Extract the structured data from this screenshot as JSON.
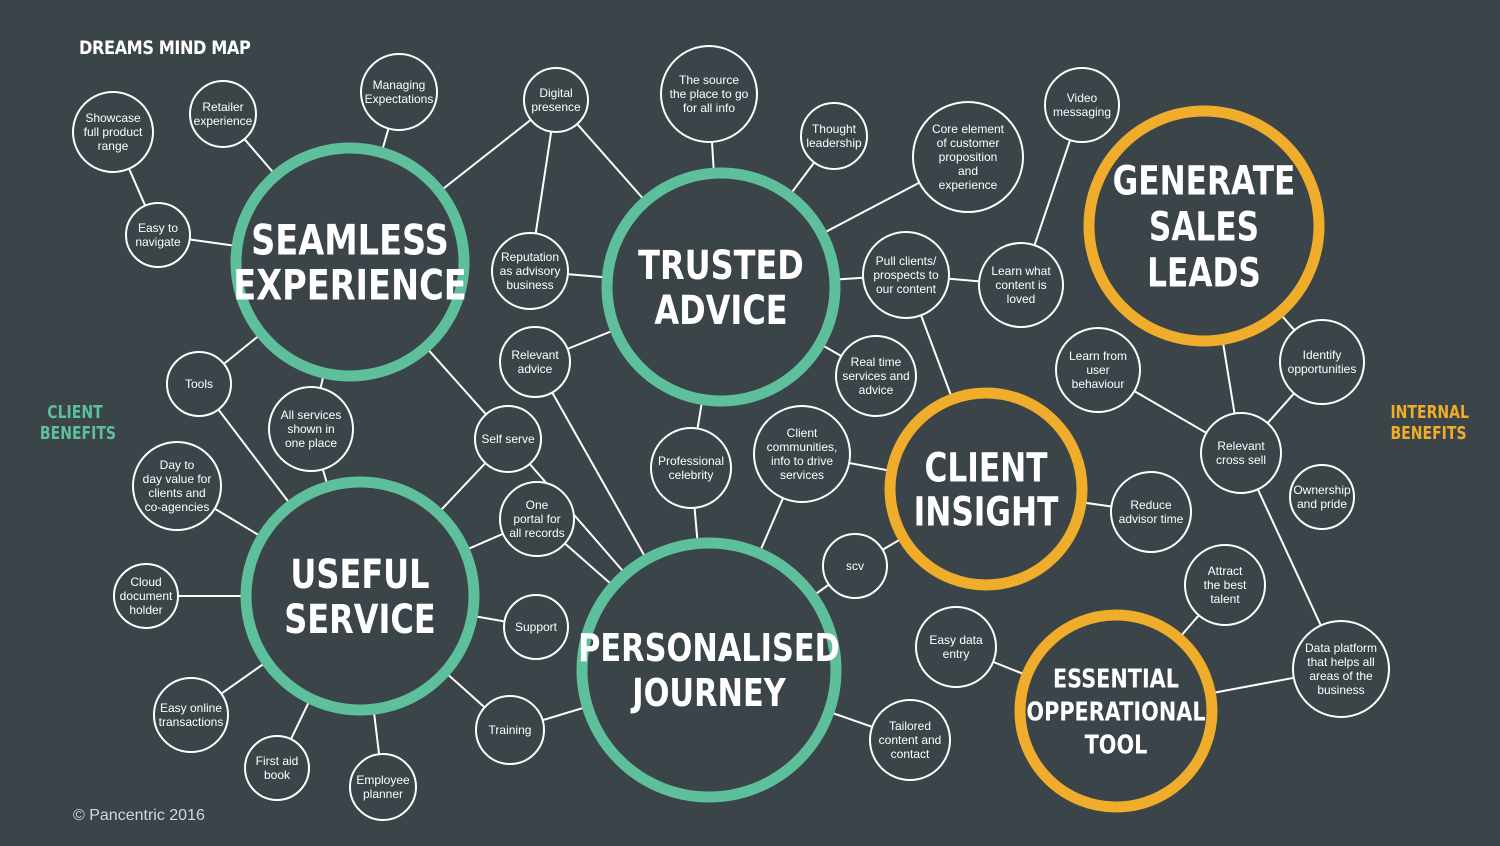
{
  "title": "DREAMS MIND MAP",
  "side_labels": {
    "client": [
      "CLIENT",
      "BENEFITS"
    ],
    "internal": [
      "INTERNAL",
      "BENEFITS"
    ]
  },
  "copyright": "© Pancentric 2016",
  "colors": {
    "background": "#3b4449",
    "client": "#5dbf9c",
    "internal": "#f0ad2b",
    "small_ring": "#ffffff"
  },
  "hubs": [
    {
      "id": "seamless-experience",
      "lines": [
        "SEAMLESS",
        "EXPERIENCE"
      ],
      "group": "client"
    },
    {
      "id": "trusted-advice",
      "lines": [
        "TRUSTED",
        "ADVICE"
      ],
      "group": "client"
    },
    {
      "id": "useful-service",
      "lines": [
        "USEFUL",
        "SERVICE"
      ],
      "group": "client"
    },
    {
      "id": "personalised-journey",
      "lines": [
        "PERSONALISED",
        "JOURNEY"
      ],
      "group": "client"
    },
    {
      "id": "client-insight",
      "lines": [
        "CLIENT",
        "INSIGHT"
      ],
      "group": "internal"
    },
    {
      "id": "generate-sales-leads",
      "lines": [
        "GENERATE",
        "SALES",
        "LEADS"
      ],
      "group": "internal"
    },
    {
      "id": "essential-operational-tool",
      "lines": [
        "ESSENTIAL",
        "OPPERATIONAL",
        "TOOL"
      ],
      "group": "internal"
    }
  ],
  "nodes": [
    {
      "id": "showcase",
      "lines": [
        "Showcase",
        "full product",
        "range"
      ]
    },
    {
      "id": "retailer-experience",
      "lines": [
        "Retailer",
        "experience"
      ]
    },
    {
      "id": "managing-expectations",
      "lines": [
        "Managing",
        "Expectations"
      ]
    },
    {
      "id": "easy-to-navigate",
      "lines": [
        "Easy to",
        "navigate"
      ]
    },
    {
      "id": "digital-presence",
      "lines": [
        "Digital",
        "presence"
      ]
    },
    {
      "id": "the-source",
      "lines": [
        "The source",
        "the place to go",
        "for all info"
      ]
    },
    {
      "id": "thought-leadership",
      "lines": [
        "Thought",
        "leadership"
      ]
    },
    {
      "id": "core-element",
      "lines": [
        "Core element",
        "of customer",
        "proposition",
        "and",
        "experience"
      ]
    },
    {
      "id": "video-messaging",
      "lines": [
        "Video",
        "messaging"
      ]
    },
    {
      "id": "reputation",
      "lines": [
        "Reputation",
        "as advisory",
        "business"
      ]
    },
    {
      "id": "pull-clients",
      "lines": [
        "Pull clients/",
        "prospects to",
        "our content"
      ]
    },
    {
      "id": "learn-what",
      "lines": [
        "Learn what",
        "content is",
        "loved"
      ]
    },
    {
      "id": "tools",
      "lines": [
        "Tools"
      ]
    },
    {
      "id": "relevant-advice",
      "lines": [
        "Relevant",
        "advice"
      ]
    },
    {
      "id": "real-time",
      "lines": [
        "Real time",
        "services and",
        "advice"
      ]
    },
    {
      "id": "learn-from-user",
      "lines": [
        "Learn from",
        "user",
        "behaviour"
      ]
    },
    {
      "id": "identify-opportunities",
      "lines": [
        "Identify",
        "opportunities"
      ]
    },
    {
      "id": "all-services",
      "lines": [
        "All services",
        "shown in",
        "one place"
      ]
    },
    {
      "id": "self-serve",
      "lines": [
        "Self serve"
      ]
    },
    {
      "id": "professional-celebrity",
      "lines": [
        "Professional",
        "celebrity"
      ]
    },
    {
      "id": "client-communities",
      "lines": [
        "Client",
        "communities,",
        "info to drive",
        "services"
      ]
    },
    {
      "id": "relevant-cross-sell",
      "lines": [
        "Relevant",
        "cross sell"
      ]
    },
    {
      "id": "day-to-day",
      "lines": [
        "Day to",
        "day value for",
        "clients and",
        "co-agencies"
      ]
    },
    {
      "id": "one-portal",
      "lines": [
        "One",
        "portal for",
        "all records"
      ]
    },
    {
      "id": "reduce-advisor",
      "lines": [
        "Reduce",
        "advisor time"
      ]
    },
    {
      "id": "ownership",
      "lines": [
        "Ownership",
        "and pride"
      ]
    },
    {
      "id": "cloud-document",
      "lines": [
        "Cloud",
        "document",
        "holder"
      ]
    },
    {
      "id": "scv",
      "lines": [
        "scv"
      ]
    },
    {
      "id": "attract-talent",
      "lines": [
        "Attract",
        "the best",
        "talent"
      ]
    },
    {
      "id": "support",
      "lines": [
        "Support"
      ]
    },
    {
      "id": "easy-data-entry",
      "lines": [
        "Easy data",
        "entry"
      ]
    },
    {
      "id": "data-platform",
      "lines": [
        "Data platform",
        "that helps all",
        "areas of the",
        "business"
      ]
    },
    {
      "id": "easy-online",
      "lines": [
        "Easy online",
        "transactions"
      ]
    },
    {
      "id": "training",
      "lines": [
        "Training"
      ]
    },
    {
      "id": "tailored-content",
      "lines": [
        "Tailored",
        "content and",
        "contact"
      ]
    },
    {
      "id": "first-aid-book",
      "lines": [
        "First aid",
        "book"
      ]
    },
    {
      "id": "employee-planner",
      "lines": [
        "Employee",
        "planner"
      ]
    }
  ],
  "links": [
    [
      "showcase",
      "easy-to-navigate"
    ],
    [
      "easy-to-navigate",
      "seamless-experience"
    ],
    [
      "retailer-experience",
      "seamless-experience"
    ],
    [
      "managing-expectations",
      "seamless-experience"
    ],
    [
      "seamless-experience",
      "digital-presence"
    ],
    [
      "seamless-experience",
      "tools"
    ],
    [
      "seamless-experience",
      "all-services"
    ],
    [
      "seamless-experience",
      "self-serve"
    ],
    [
      "digital-presence",
      "reputation"
    ],
    [
      "digital-presence",
      "trusted-advice"
    ],
    [
      "the-source",
      "trusted-advice"
    ],
    [
      "thought-leadership",
      "trusted-advice"
    ],
    [
      "core-element",
      "trusted-advice"
    ],
    [
      "reputation",
      "trusted-advice"
    ],
    [
      "trusted-advice",
      "pull-clients"
    ],
    [
      "trusted-advice",
      "relevant-advice"
    ],
    [
      "trusted-advice",
      "real-time"
    ],
    [
      "trusted-advice",
      "professional-celebrity"
    ],
    [
      "pull-clients",
      "learn-what"
    ],
    [
      "learn-what",
      "video-messaging"
    ],
    [
      "pull-clients",
      "client-insight"
    ],
    [
      "relevant-advice",
      "personalised-journey"
    ],
    [
      "tools",
      "useful-service"
    ],
    [
      "all-services",
      "useful-service"
    ],
    [
      "self-serve",
      "useful-service"
    ],
    [
      "self-serve",
      "personalised-journey"
    ],
    [
      "professional-celebrity",
      "personalised-journey"
    ],
    [
      "client-communities",
      "personalised-journey"
    ],
    [
      "client-communities",
      "client-insight"
    ],
    [
      "day-to-day",
      "useful-service"
    ],
    [
      "cloud-document",
      "useful-service"
    ],
    [
      "one-portal",
      "useful-service"
    ],
    [
      "one-portal",
      "personalised-journey"
    ],
    [
      "support",
      "useful-service"
    ],
    [
      "easy-online",
      "useful-service"
    ],
    [
      "first-aid-book",
      "useful-service"
    ],
    [
      "employee-planner",
      "useful-service"
    ],
    [
      "training",
      "useful-service"
    ],
    [
      "training",
      "personalised-journey"
    ],
    [
      "scv",
      "personalised-journey"
    ],
    [
      "scv",
      "client-insight"
    ],
    [
      "tailored-content",
      "personalised-journey"
    ],
    [
      "client-insight",
      "reduce-advisor"
    ],
    [
      "learn-from-user",
      "relevant-cross-sell"
    ],
    [
      "relevant-cross-sell",
      "generate-sales-leads"
    ],
    [
      "relevant-cross-sell",
      "identify-opportunities"
    ],
    [
      "identify-opportunities",
      "generate-sales-leads"
    ],
    [
      "relevant-cross-sell",
      "data-platform"
    ],
    [
      "data-platform",
      "essential-operational-tool"
    ],
    [
      "attract-talent",
      "essential-operational-tool"
    ],
    [
      "easy-data-entry",
      "essential-operational-tool"
    ]
  ]
}
